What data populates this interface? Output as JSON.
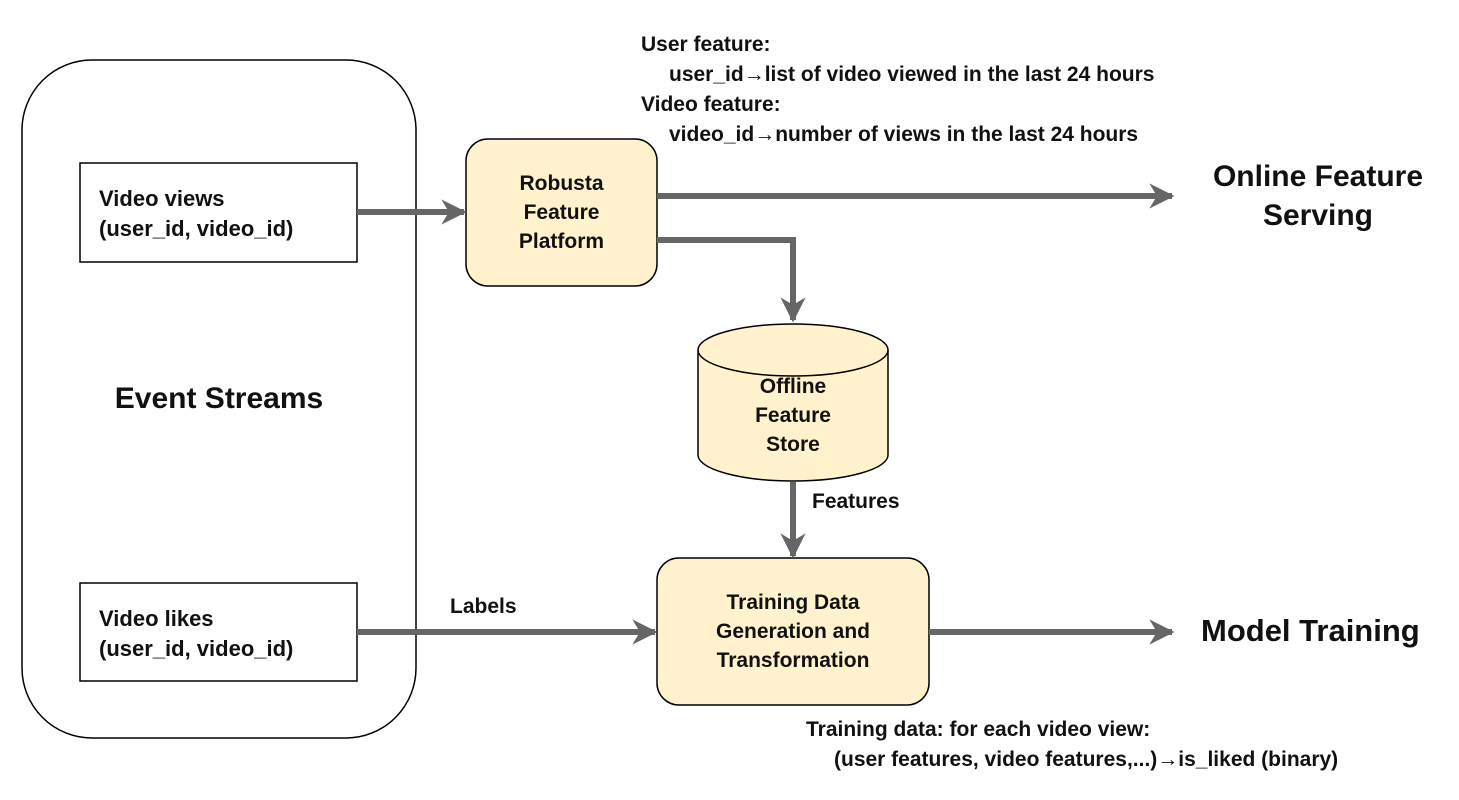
{
  "diagram": {
    "event_streams": {
      "title": "Event Streams",
      "sources": [
        {
          "line1": "Video views",
          "line2": "(user_id, video_id)"
        },
        {
          "line1": "Video likes",
          "line2": "(user_id, video_id)"
        }
      ]
    },
    "nodes": {
      "robusta": [
        "Robusta",
        "Feature",
        "Platform"
      ],
      "offline_store": [
        "Offline",
        "Feature",
        "Store"
      ],
      "training_gen": [
        "Training Data",
        "Generation and",
        "Transformation"
      ]
    },
    "outputs": {
      "online_serving": [
        "Online Feature",
        "Serving"
      ],
      "model_training": "Model Training"
    },
    "edge_labels": {
      "features": "Features",
      "labels": "Labels"
    },
    "annotations": {
      "features_note": {
        "user_heading": "User feature:",
        "user_detail": "user_id→list of video viewed in the last 24 hours",
        "video_heading": "Video feature:",
        "video_detail": "video_id→number of views in the last 24 hours"
      },
      "training_note": {
        "heading": "Training data: for each video view:",
        "detail": "(user features, video features,...)→is_liked (binary)"
      }
    },
    "colors": {
      "node_fill": "#fff2cc",
      "stroke": "#000000",
      "arrow": "#666666"
    }
  }
}
